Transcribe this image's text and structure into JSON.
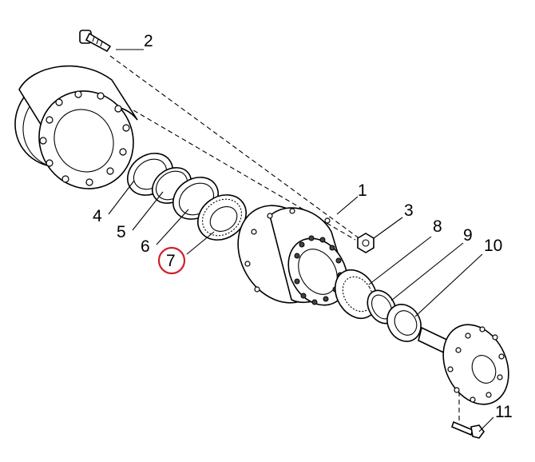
{
  "diagram": {
    "callouts": [
      {
        "id": "c1",
        "label": "1"
      },
      {
        "id": "c2",
        "label": "2"
      },
      {
        "id": "c3",
        "label": "3"
      },
      {
        "id": "c4",
        "label": "4"
      },
      {
        "id": "c5",
        "label": "5"
      },
      {
        "id": "c6",
        "label": "6"
      },
      {
        "id": "c7",
        "label": "7",
        "highlighted": true
      },
      {
        "id": "c8",
        "label": "8"
      },
      {
        "id": "c9",
        "label": "9"
      },
      {
        "id": "c10",
        "label": "10"
      },
      {
        "id": "c11",
        "label": "11"
      }
    ],
    "highlight_color": "#d0202a",
    "line_color": "#000000"
  }
}
